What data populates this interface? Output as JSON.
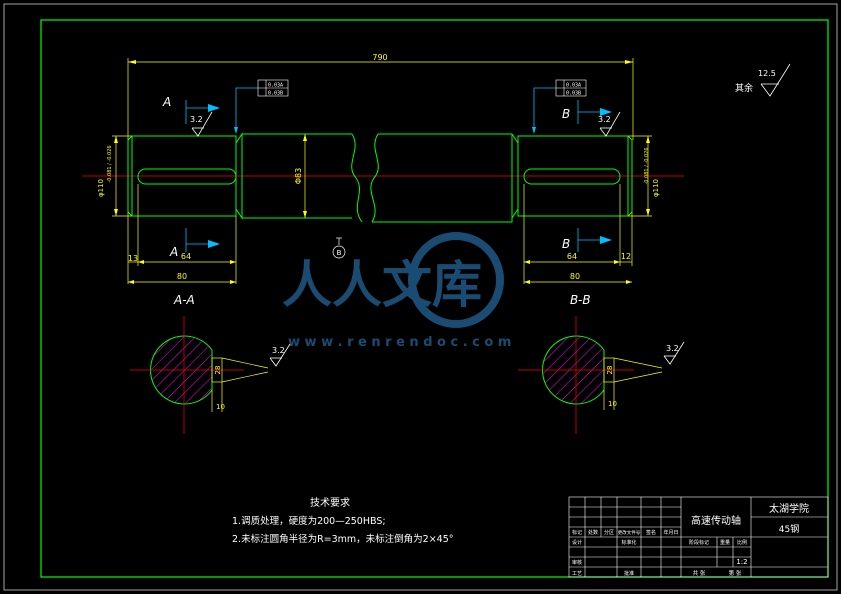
{
  "colors": {
    "background": "#000000",
    "frame": "#00ff00",
    "part_outline": "#00ff00",
    "dimension": "#ffff00",
    "centerline": "#ff0000",
    "leader": "#00bfff",
    "section_hatch": "#ff00ff",
    "text": "#ffffff",
    "watermark": "#1f5a88"
  },
  "dimensions": {
    "overall_length": "790",
    "left_keyway_length": "64",
    "left_step": "13",
    "left_journal_length": "80",
    "right_keyway_length": "64",
    "right_step": "12",
    "right_journal_length": "80",
    "middle_diameter": "Φ83",
    "left_diameter": "φ110",
    "left_diameter_tol": "-0.081 / -0.026",
    "right_diameter": "φ110",
    "right_diameter_tol": "-0.081 / -0.026",
    "section_a_key_width": "28",
    "section_a_key_depth": "10",
    "section_b_key_width": "28",
    "section_b_key_depth": "10"
  },
  "roughness": {
    "left": "3.2",
    "right": "3.2",
    "section_a": "3.2",
    "section_b": "3.2",
    "general_value": "12.5",
    "general_label": "其余"
  },
  "gdt": {
    "left": [
      "0.03A",
      "0.03B"
    ],
    "right": [
      "0.03A",
      "0.03B"
    ]
  },
  "section_labels": {
    "a_top": "A",
    "a_bottom": "A",
    "b_top": "B",
    "b_bottom": "B",
    "view_a": "A-A",
    "view_b": "B-B"
  },
  "datum_symbol": "B",
  "watermark": {
    "text": "人人文库",
    "url": "w w w . r e n r e n d o c . c o m"
  },
  "tech_req": {
    "title": "技术要求",
    "line1": "1.调质处理，硬度为200—250HBS;",
    "line2": "2.未标注圆角半径为R=3mm，未标注倒角为2×45°"
  },
  "title_block": {
    "part_name": "高速传动轴",
    "school": "太湖学院",
    "material": "45钢",
    "scale": "1:2",
    "row_labels": [
      "标记",
      "处数",
      "分区",
      "更改文件号",
      "签名",
      "年月日"
    ],
    "designer": "设计",
    "standardize": "标准化",
    "reviewer": "审核",
    "process": "工艺",
    "approve": "批准",
    "stage_mark": "阶段标记",
    "weight": "重量",
    "ratio": "比例",
    "total_sheets": "共 张",
    "sheet_no": "第 张"
  }
}
